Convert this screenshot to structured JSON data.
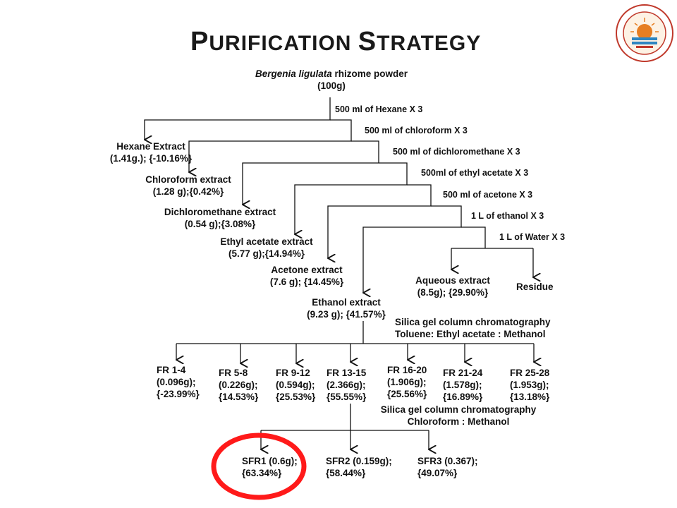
{
  "slide": {
    "title_first_letter_1": "P",
    "title_rest_1": "urification",
    "title_first_letter_2": "S",
    "title_rest_2": "trategy",
    "logo_icon": "university-seal-icon",
    "accent_color": "#ff1a1a",
    "line_color": "#111111"
  },
  "root": {
    "name_italic": "Bergenia ligulata",
    "name_rest": " rhizome powder",
    "amount": "(100g)"
  },
  "steps": [
    "500 ml of Hexane X 3",
    "500 ml of chloroform X 3",
    "500 ml of dichloromethane X 3",
    "500ml of ethyl acetate X 3",
    "500 ml of acetone X 3",
    "1 L of ethanol X 3",
    "1 L of Water X 3"
  ],
  "extracts": [
    {
      "name": "Hexane Extract",
      "detail": "(1.41g.); {-10.16%}"
    },
    {
      "name": "Chloroform extract",
      "detail": "(1.28 g);{0.42%}"
    },
    {
      "name": "Dichloromethane extract",
      "detail": "(0.54 g);{3.08%}"
    },
    {
      "name": "Ethyl acetate extract",
      "detail": "(5.77 g);{14.94%}"
    },
    {
      "name": "Acetone extract",
      "detail": "(7.6 g); {14.45%}"
    },
    {
      "name": "Ethanol extract",
      "detail": "(9.23 g); {41.57%}"
    },
    {
      "name": "Aqueous  extract",
      "detail": "(8.5g); {29.90%}"
    },
    {
      "name": "Residue",
      "detail": ""
    }
  ],
  "column1": {
    "line1": "Silica gel column chromatography",
    "line2": "Toluene: Ethyl acetate : Methanol"
  },
  "fractions": [
    {
      "name": "FR 1-4",
      "mass": "(0.096g);",
      "pct": "{-23.99%}"
    },
    {
      "name": "FR 5-8",
      "mass": "(0.226g);",
      "pct": "{14.53%}"
    },
    {
      "name": "FR 9-12",
      "mass": "(0.594g);",
      "pct": "{25.53%}"
    },
    {
      "name": "FR 13-15",
      "mass": "(2.366g);",
      "pct": "{55.55%}"
    },
    {
      "name": "FR 16-20",
      "mass": "(1.906g);",
      "pct": "{25.56%}"
    },
    {
      "name": "FR 21-24",
      "mass": "(1.578g);",
      "pct": "{16.89%}"
    },
    {
      "name": "FR 25-28",
      "mass": "(1.953g);",
      "pct": "{13.18%}"
    }
  ],
  "column2": {
    "line1": "Silica gel column chromatography",
    "line2": "Chloroform : Methanol"
  },
  "subfractions": [
    {
      "name": "SFR1 (0.6g);",
      "pct": "{63.34%}"
    },
    {
      "name": "SFR2 (0.159g);",
      "pct": "{58.44%}"
    },
    {
      "name": "SFR3 (0.367);",
      "pct": "{49.07%}"
    }
  ]
}
